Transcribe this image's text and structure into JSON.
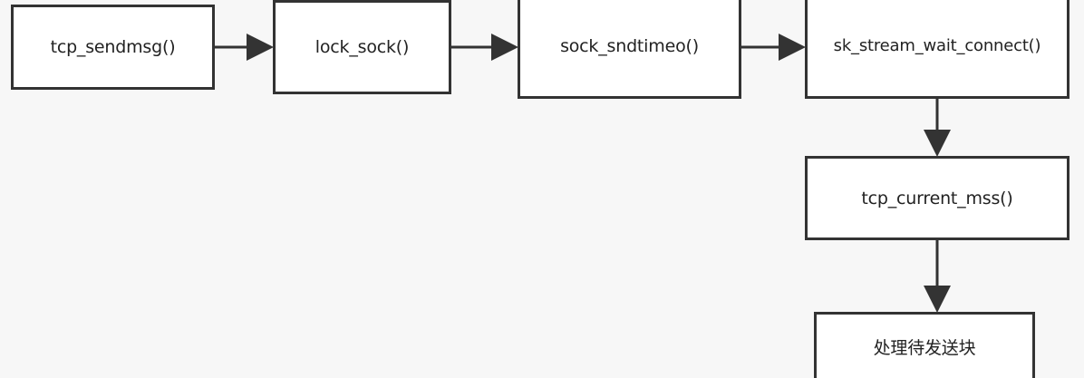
{
  "diagram": {
    "type": "flowchart",
    "nodes": [
      {
        "id": "n1",
        "label": "tcp_sendmsg()"
      },
      {
        "id": "n2",
        "label": "lock_sock()"
      },
      {
        "id": "n3",
        "label": "sock_sndtimeo()"
      },
      {
        "id": "n4",
        "label": "sk_stream_wait_connect()"
      },
      {
        "id": "n5",
        "label": "tcp_current_mss()"
      },
      {
        "id": "n6",
        "label": "处理待发送块"
      }
    ],
    "edges": [
      {
        "from": "n1",
        "to": "n2"
      },
      {
        "from": "n2",
        "to": "n3"
      },
      {
        "from": "n3",
        "to": "n4"
      },
      {
        "from": "n4",
        "to": "n5"
      },
      {
        "from": "n5",
        "to": "n6"
      }
    ]
  },
  "colors": {
    "background": "#f7f7f7",
    "node_fill": "#ffffff",
    "stroke": "#333333",
    "text": "#222222"
  }
}
